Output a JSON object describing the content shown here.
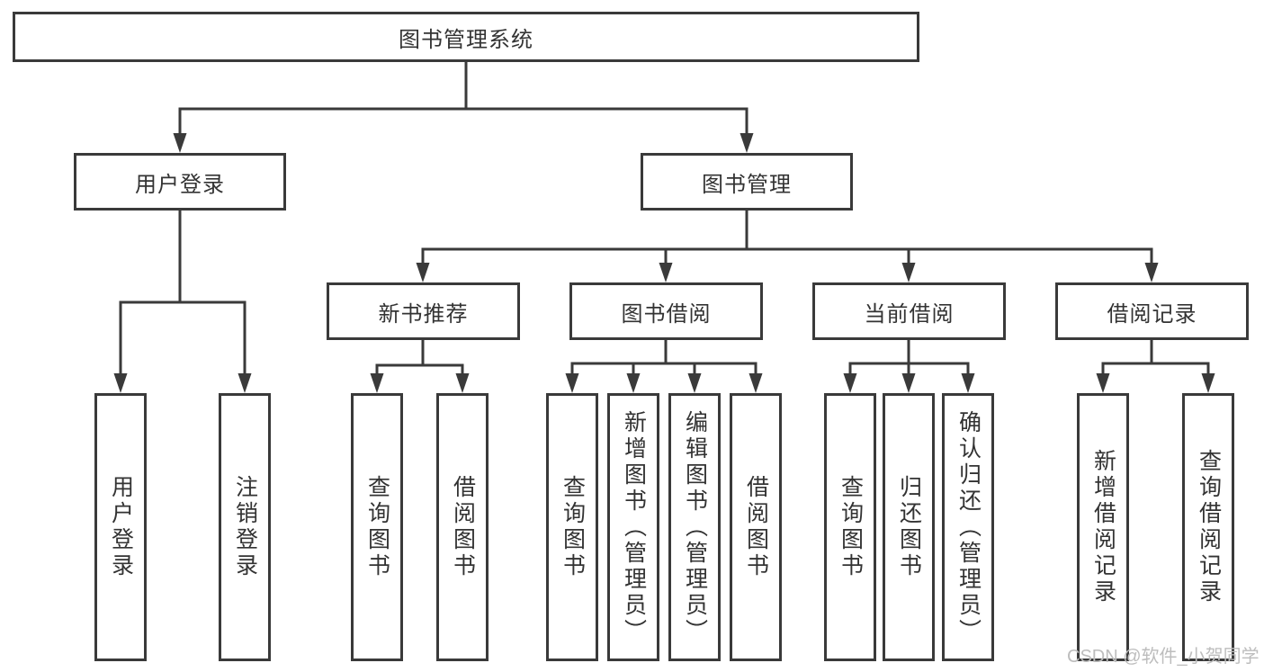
{
  "nodes": {
    "system": "图书管理系统",
    "user_login": "用户登录",
    "book_mgmt": "图书管理",
    "new_book_rec": "新书推荐",
    "book_borrow": "图书借阅",
    "current_borrow": "当前借阅",
    "borrow_record": "借阅记录",
    "login": "用户登录",
    "logout": "注销登录",
    "rec_query_book": "查询图书",
    "rec_borrow_book": "借阅图书",
    "bb_query_book": "查询图书",
    "bb_add_book": "新增图书（管理员）",
    "bb_edit_book": "编辑图书（管理员）",
    "bb_borrow_book": "借阅图书",
    "cb_query_book": "查询图书",
    "cb_return_book": "归还图书",
    "cb_confirm_return": "确认归还（管理员）",
    "br_add_record": "新增借阅记录",
    "br_query_record": "查询借阅记录"
  },
  "hierarchy": {
    "root": "图书管理系统",
    "children": [
      {
        "node": "用户登录",
        "children": [
          "用户登录",
          "注销登录"
        ]
      },
      {
        "node": "图书管理",
        "children": [
          {
            "node": "新书推荐",
            "children": [
              "查询图书",
              "借阅图书"
            ]
          },
          {
            "node": "图书借阅",
            "children": [
              "查询图书",
              "新增图书（管理员）",
              "编辑图书（管理员）",
              "借阅图书"
            ]
          },
          {
            "node": "当前借阅",
            "children": [
              "查询图书",
              "归还图书",
              "确认归还（管理员）"
            ]
          },
          {
            "node": "借阅记录",
            "children": [
              "新增借阅记录",
              "查询借阅记录"
            ]
          }
        ]
      }
    ]
  },
  "watermark": "CSDN @软件_小贺同学",
  "colors": {
    "line": "#3a3a3a",
    "text": "#333333",
    "watermark": "#bdbdbd",
    "background": "#ffffff"
  }
}
